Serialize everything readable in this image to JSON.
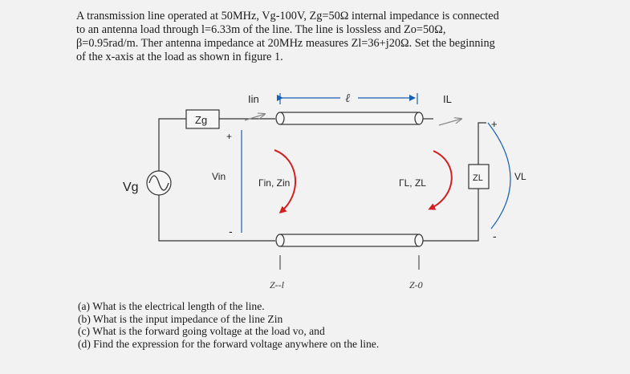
{
  "problem": {
    "lines": [
      "A transmission line operated at 50MHz, Vg-100V, Zg=50Ω internal impedance is connected",
      "to an antenna load through l=6.33m of the line. The line is lossless and Zo=50Ω,",
      "β=0.95rad/m. Ther antenna impedance at 20MHz measures Zl=36+j20Ω. Set the beginning",
      "of the x-axis at the load as shown in figure 1."
    ]
  },
  "figure": {
    "zg_label": "Zg",
    "vg_label": "Vg",
    "vin_label": "Vin",
    "iin_label": "Iin",
    "il_label": "IL",
    "gamma_in_label": "Γin, Zin",
    "gamma_l_label": "ΓL, ZL",
    "zl_label": "ZL",
    "vl_label": "VL",
    "length_label": "ℓ",
    "plus_sign": "+",
    "minus_sign": "-",
    "z_start_label": "Z--l",
    "z_load_label": "Z-0"
  },
  "questions": [
    "(a) What is the electrical length of the line.",
    "(b) What is the input impedance of the line Zin",
    "(c) What is the forward going voltage at the load vo, and",
    "(d) Find the expression for the forward voltage anywhere on the line."
  ]
}
